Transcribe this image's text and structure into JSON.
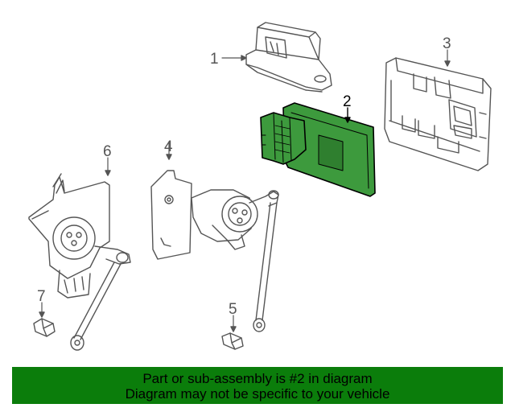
{
  "callouts": {
    "c1": "1",
    "c2": "2",
    "c3": "3",
    "c4": "4",
    "c5": "5",
    "c6": "6",
    "c7": "7"
  },
  "banner": {
    "line1": "Part or sub-assembly is #2 in diagram",
    "line2": "Diagram may not be specific to your vehicle"
  },
  "colors": {
    "highlight_part": "#3d9a3d",
    "banner_bg": "#0b7d0b",
    "line_art": "#555555"
  }
}
